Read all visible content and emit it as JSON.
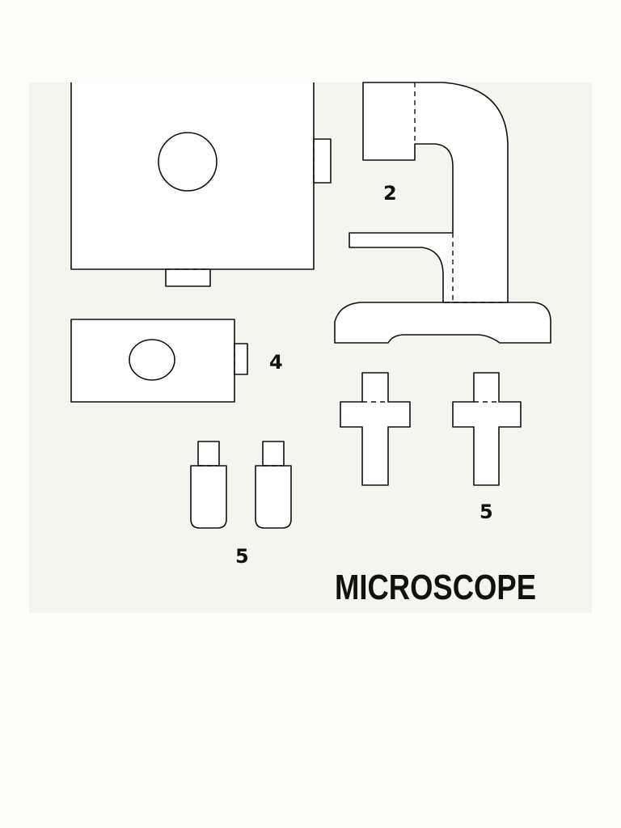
{
  "labels": {
    "part_2": "2",
    "part_4": "4",
    "part_5_right": "5",
    "part_5_left": "5"
  },
  "title": "MICROSCOPE",
  "colors": {
    "line": "#111111",
    "sheet": "#f5f5f0",
    "page": "#fdfdfb"
  }
}
